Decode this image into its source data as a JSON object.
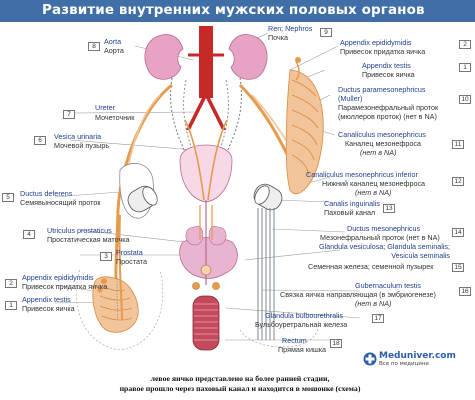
{
  "header": {
    "title": "Развитие внутренних мужских половых органов"
  },
  "labels": [
    {
      "num": "8",
      "latin": "Aorta",
      "ru": "Аорта"
    },
    {
      "num": "9",
      "latin": "Ren; Nephros",
      "ru": "Почка"
    },
    {
      "num": "2",
      "latin": "Appendix epididymidis",
      "ru": "Привесок придатка яичка"
    },
    {
      "num": "1",
      "latin": "Appendix testis",
      "ru": "Привесок яичка"
    },
    {
      "num": "10",
      "latin": "Ductus paramesonephricus (Muller)",
      "ru": "Парамезонефральный проток (мюллеров проток) (нет в NA)"
    },
    {
      "num": "7",
      "latin": "Ureter",
      "ru": "Мочеточник"
    },
    {
      "num": "11",
      "latin": "Canaliculus mesonephricus",
      "ru": "Каналец мезонефроса",
      "note": "(нет в NA)"
    },
    {
      "num": "6",
      "latin": "Vesica urinaria",
      "ru": "Мочевой пузырь"
    },
    {
      "num": "12",
      "latin": "Canaliculus mesonephricus inferior",
      "ru": "Нижний каналец мезонефроса",
      "note": "(нет в NA)"
    },
    {
      "num": "5",
      "latin": "Ductus deferens",
      "ru": "Семявыносящий проток"
    },
    {
      "num": "13",
      "latin": "Canalis inguinalis",
      "ru": "Паховый канал"
    },
    {
      "num": "4",
      "latin": "Utriculus prostaticus",
      "ru": "Простатическая маточка"
    },
    {
      "num": "14",
      "latin": "Ductus mesonephricus",
      "ru": "Мезонефральный проток (нет в NA)"
    },
    {
      "num": "3",
      "latin": "Prostata",
      "ru": "Простата"
    },
    {
      "num": "15",
      "latin": "Glandula vesiculosa; Glandula seminalis; Vesicula seminalis",
      "ru": "Семенная железа; семенной пузырек"
    },
    {
      "num": "2",
      "latin": "Appendix epididymidis",
      "ru": "Привесок придатка яичка"
    },
    {
      "num": "16",
      "latin": "Gubernaculum testis",
      "ru": "Связка яичка направляющая (в эмбриогенезе)",
      "note": "(нет в NA)"
    },
    {
      "num": "1",
      "latin": "Appendix testis",
      "ru": "Привесок яичка"
    },
    {
      "num": "17",
      "latin": "Glandula bulbourethralis",
      "ru": "Бульбоуретральная железа"
    },
    {
      "num": "18",
      "latin": "Rectum",
      "ru": "Прямая кишка"
    }
  ],
  "caption": {
    "line1": "левое яичко представлено на более ранней стадии,",
    "line2": "правое прошло через паховый канал и находится в мошонке  (схема)"
  },
  "brand": {
    "name": "Meduniver.com",
    "tagline": "Все по медицине"
  },
  "colors": {
    "header": "#3f6fa6",
    "aorta": "#c62828",
    "kidney": "#e7a3c3",
    "duct": "#e59a4c",
    "duct_light": "#f2c49a",
    "label_latin": "#1f3f8f",
    "label_russian": "#333333",
    "leader": "#999999"
  }
}
